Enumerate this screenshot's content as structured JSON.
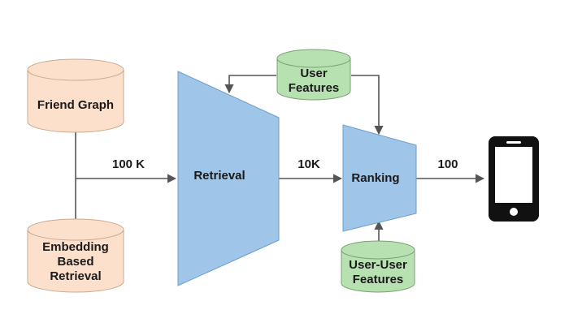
{
  "databases": {
    "friend_graph": {
      "lines": [
        "Friend Graph"
      ],
      "fill": "#fde0cc",
      "stroke": "#c9a98f"
    },
    "embedding": {
      "lines": [
        "Embedding",
        "Based",
        "Retrieval"
      ],
      "fill": "#fde0cc",
      "stroke": "#c9a98f"
    },
    "user_features": {
      "lines": [
        "User",
        "Features"
      ],
      "fill": "#b7e1b0",
      "stroke": "#7aa073"
    },
    "user_user_features": {
      "lines": [
        "User-User",
        "Features"
      ],
      "fill": "#b7e1b0",
      "stroke": "#7aa073"
    }
  },
  "stages": {
    "retrieval": {
      "label": "Retrieval",
      "fill": "#9fc5e8",
      "stroke": "#6d9ec8"
    },
    "ranking": {
      "label": "Ranking",
      "fill": "#9fc5e8",
      "stroke": "#6d9ec8"
    }
  },
  "flow_labels": {
    "to_retrieval": "100 K",
    "to_ranking": "10K",
    "to_device": "100"
  },
  "device": {
    "icon": "smartphone-icon",
    "color": "#111111"
  },
  "line_color": "#555555"
}
